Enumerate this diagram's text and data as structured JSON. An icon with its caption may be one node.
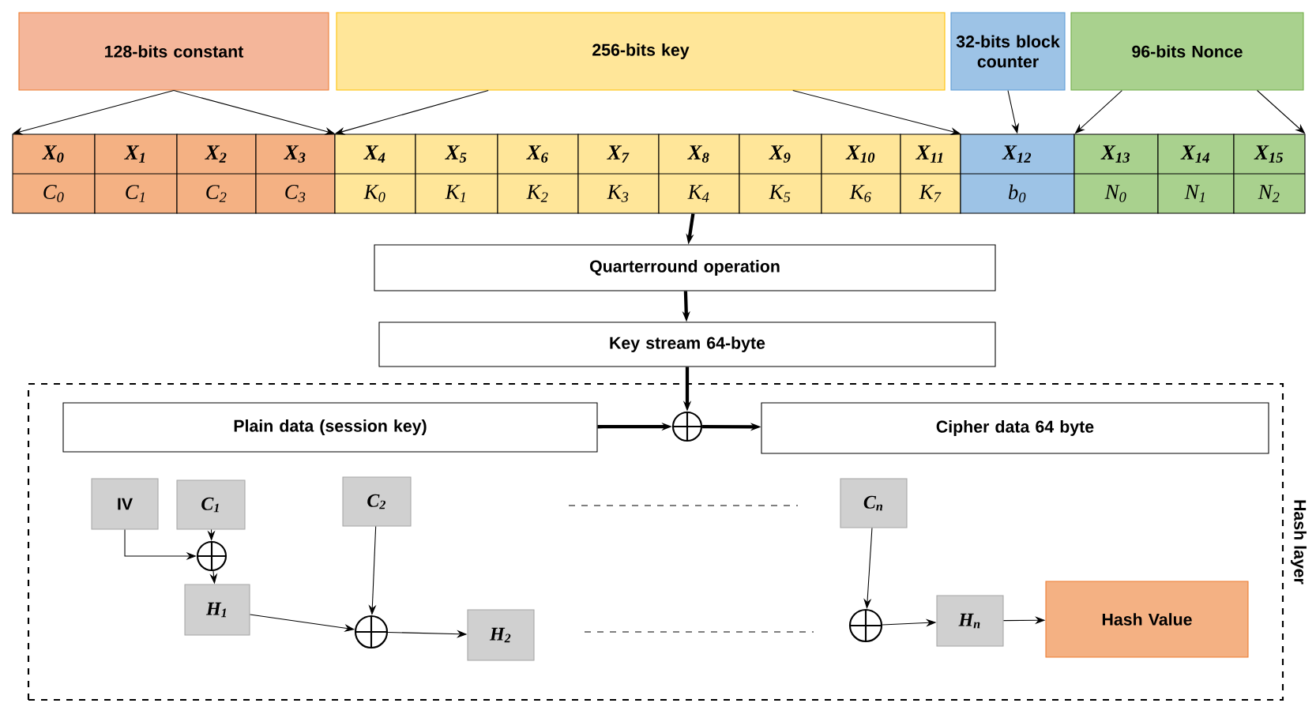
{
  "diagram": {
    "nodes": [
      {
        "text": [
          "128-bits constant"
        ]
      },
      {
        "text": [
          "256-bits key"
        ]
      },
      {
        "text": [
          "32-bits block counter"
        ]
      },
      {
        "text": [
          "96-bits Nonce"
        ]
      },
      {
        "text": [
          "X$_{0}$",
          "C$_{0}$"
        ]
      },
      {
        "text": [
          "X$_{1}$",
          "C$_{1}$"
        ]
      },
      {
        "text": [
          "X$_{2}$",
          "C$_{2}$"
        ]
      },
      {
        "text": [
          "X$_{3}$",
          "C$_{3}$"
        ]
      },
      {
        "text": [
          "X$_{4}$",
          "K$_{0}$"
        ]
      },
      {
        "text": [
          "X$_{5}$",
          "K$_{1}$"
        ]
      },
      {
        "text": [
          "X$_{6}$",
          "K$_{2}$"
        ]
      },
      {
        "text": [
          "X$_{7}$",
          "K$_{3}$"
        ]
      },
      {
        "text": [
          "X$_{8}$",
          "K$_{4}$"
        ]
      },
      {
        "text": [
          "X$_{9}$",
          "K$_{5}$"
        ]
      },
      {
        "text": [
          "X$_{10}$",
          "K$_{6}$"
        ]
      },
      {
        "text": [
          "X$_{11}$",
          "K$_{7}$"
        ]
      },
      {
        "text": [
          "X$_{12}$",
          "b$_{0}$"
        ]
      },
      {
        "text": [
          "X$_{13}$",
          "N$_{0}$"
        ]
      },
      {
        "text": [
          "X$_{14}$",
          "N$_{1}$"
        ]
      },
      {
        "text": [
          "X$_{15}$",
          "N$_{2}$"
        ]
      },
      {
        "text": [
          "Quarterround operation"
        ]
      },
      {
        "text": [
          "Key stream 64-byte"
        ]
      },
      {
        "text": [
          "Hash layer"
        ]
      },
      {
        "text": [
          "Plain data (session key)"
        ],
        "in": 22
      },
      {
        "text": [],
        "shape": "circle",
        "in": 22
      },
      {
        "text": [
          "Cipher data 64 byte"
        ],
        "in": 22
      },
      {
        "text": [
          "IV"
        ],
        "in": 22
      },
      {
        "text": [
          "C$_{1}$"
        ],
        "in": 22
      },
      {
        "text": [],
        "shape": "circle",
        "in": 22
      },
      {
        "text": [
          "H$_{1}$"
        ],
        "in": 22
      },
      {
        "text": [
          "C$_{2}$"
        ],
        "in": 22
      },
      {
        "text": [],
        "shape": "circle",
        "in": 22
      },
      {
        "text": [
          "H$_{2}$"
        ],
        "in": 22
      },
      {
        "text": [
          "C$_{n}$"
        ],
        "in": 22
      },
      {
        "text": [],
        "shape": "circle",
        "in": 22
      },
      {
        "text": [
          "H$_{n}$"
        ],
        "in": 22
      },
      {
        "text": [
          "Hash Value"
        ],
        "in": 22
      }
    ],
    "edges": [
      {
        "from": 0,
        "to": 4,
        "arrow": "to"
      },
      {
        "from": 0,
        "to": 7,
        "arrow": "to"
      },
      {
        "from": 1,
        "to": 8,
        "arrow": "to"
      },
      {
        "from": 1,
        "to": 15,
        "arrow": "to"
      },
      {
        "from": 2,
        "to": 16,
        "arrow": "to"
      },
      {
        "from": 3,
        "to": 16,
        "arrow": "to"
      },
      {
        "from": 3,
        "to": 19,
        "arrow": "to"
      },
      {
        "from": 12,
        "to": 20,
        "arrow": "to",
        "style": "thick"
      },
      {
        "from": 20,
        "to": 21,
        "arrow": "to",
        "style": "thick"
      },
      {
        "from": 21,
        "to": 24,
        "arrow": "to",
        "style": "thick"
      },
      {
        "from": 23,
        "to": 24,
        "arrow": "to",
        "style": "thick"
      },
      {
        "from": 24,
        "to": 25,
        "arrow": "to",
        "style": "thick"
      },
      {
        "from": 26,
        "to": 28,
        "arrow": "to"
      },
      {
        "from": 27,
        "to": 28,
        "arrow": "to"
      },
      {
        "from": 28,
        "to": 29,
        "arrow": "to"
      },
      {
        "from": 29,
        "to": 31,
        "arrow": "to"
      },
      {
        "from": 30,
        "to": 31,
        "arrow": "to"
      },
      {
        "from": 31,
        "to": 32,
        "arrow": "to"
      },
      {
        "from": 33,
        "to": 34,
        "arrow": "to"
      },
      {
        "from": 34,
        "to": 35,
        "arrow": "to"
      },
      {
        "from": 35,
        "to": 36,
        "arrow": "to"
      }
    ]
  }
}
